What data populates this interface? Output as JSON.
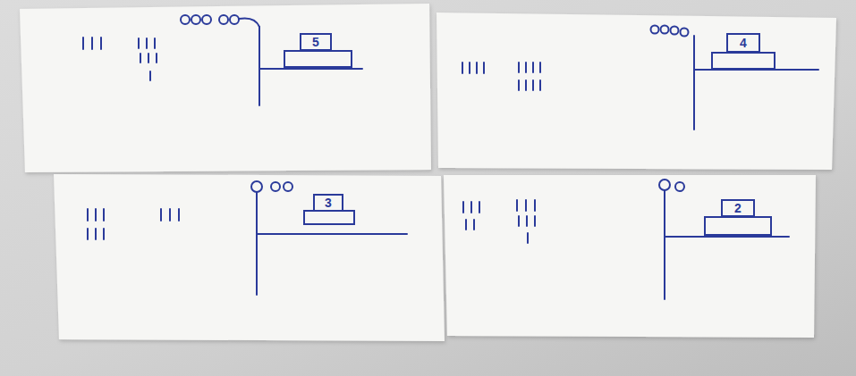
{
  "diagram": {
    "nodes": [
      {
        "text": [
          "5"
        ]
      },
      {
        "text": [
          "4"
        ]
      },
      {
        "text": [
          "3"
        ]
      },
      {
        "text": [
          "2"
        ]
      }
    ]
  }
}
